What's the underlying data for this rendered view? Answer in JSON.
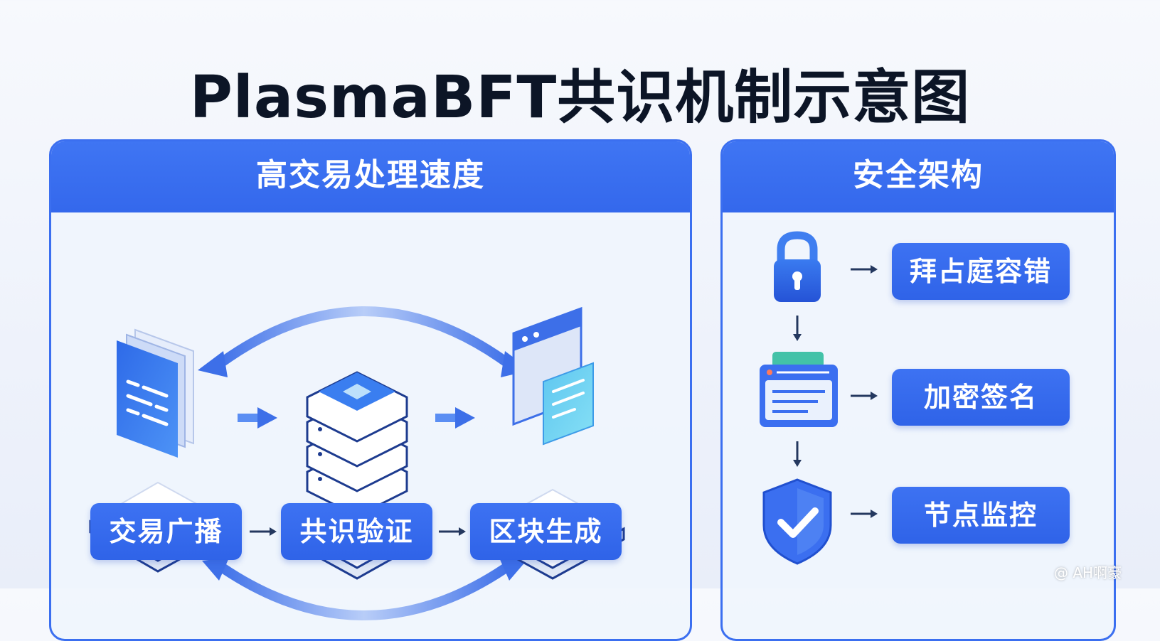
{
  "title": "PlasmaBFT共识机制示意图",
  "left_panel": {
    "heading": "高交易处理速度",
    "steps": [
      "交易广播",
      "共识验证",
      "区块生成"
    ]
  },
  "right_panel": {
    "heading": "安全架构",
    "items": [
      "拜占庭容错",
      "加密签名",
      "节点监控"
    ]
  },
  "watermark": "@ AH啊豪",
  "colors": {
    "primary": "#3b6ff0",
    "dark_text": "#0c1526",
    "background": "#f1f4fb"
  }
}
